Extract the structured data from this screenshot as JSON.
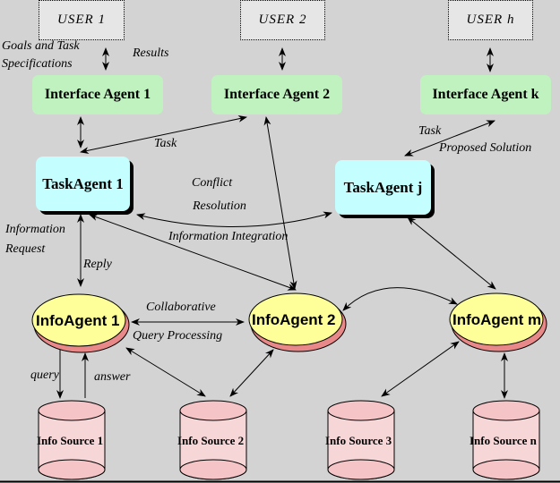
{
  "diagram": {
    "colors": {
      "background": "#d3d3d3",
      "user_box": "#e6e6e6",
      "interface_agent": "#c0f2c0",
      "task_agent": "#c4feff",
      "info_agent": "#ffff99",
      "info_agent_shadow": "#e88888",
      "info_source": "#f7d6d8"
    },
    "users": [
      {
        "label": "USER 1"
      },
      {
        "label": "USER 2"
      },
      {
        "label": "USER h"
      }
    ],
    "interface_agents": [
      {
        "label": "Interface Agent 1"
      },
      {
        "label": "Interface Agent 2"
      },
      {
        "label": "Interface Agent k"
      }
    ],
    "task_agents": [
      {
        "label": "TaskAgent 1"
      },
      {
        "label": "TaskAgent j"
      }
    ],
    "info_agents": [
      {
        "label": "InfoAgent 1"
      },
      {
        "label": "InfoAgent 2"
      },
      {
        "label": "InfoAgent m"
      }
    ],
    "info_sources": [
      {
        "label": "Info Source 1"
      },
      {
        "label": "Info Source 2"
      },
      {
        "label": "Info Source 3"
      },
      {
        "label": "Info Source n"
      }
    ],
    "edge_labels": {
      "goals_line1": "Goals and Task",
      "goals_line2": "Specifications",
      "results": "Results",
      "task_left": "Task",
      "task_right": "Task",
      "proposed_solution": "Proposed Solution",
      "conflict": "Conflict",
      "resolution": "Resolution",
      "information_integration": "Information Integration",
      "information": "Information",
      "request": "Request",
      "reply": "Reply",
      "collaborative": "Collaborative",
      "query_processing": "Query Processing",
      "query": "query",
      "answer": "answer"
    }
  }
}
